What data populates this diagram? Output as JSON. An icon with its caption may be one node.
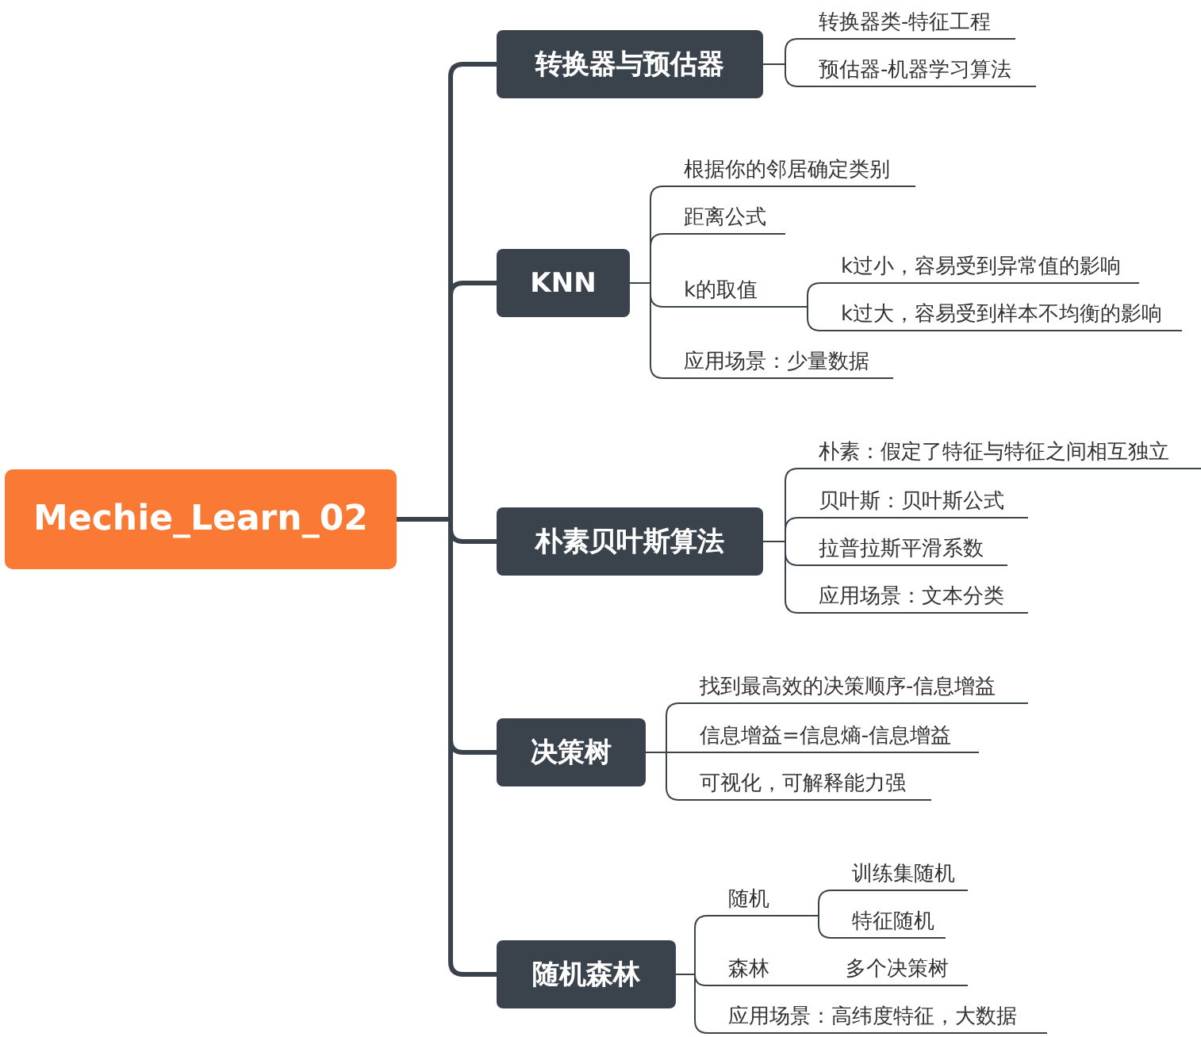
{
  "diagram": {
    "nodes": [
      {
        "text": [
          "Mechie_Learn_02"
        ]
      },
      {
        "text": [
          "转换器与预估器"
        ]
      },
      {
        "text": [
          "转换器类-特征工程"
        ]
      },
      {
        "text": [
          "预估器-机器学习算法"
        ]
      },
      {
        "text": [
          "KNN"
        ]
      },
      {
        "text": [
          "根据你的邻居确定类别"
        ]
      },
      {
        "text": [
          "距离公式"
        ]
      },
      {
        "text": [
          "k的取值"
        ]
      },
      {
        "text": [
          "k过小，容易受到异常值的影响"
        ]
      },
      {
        "text": [
          "k过大，容易受到样本不均衡的影响"
        ]
      },
      {
        "text": [
          "应用场景：少量数据"
        ]
      },
      {
        "text": [
          "朴素贝叶斯算法"
        ]
      },
      {
        "text": [
          "朴素：假定了特征与特征之间相互独立"
        ]
      },
      {
        "text": [
          "贝叶斯：贝叶斯公式"
        ]
      },
      {
        "text": [
          "拉普拉斯平滑系数"
        ]
      },
      {
        "text": [
          "应用场景：文本分类"
        ]
      },
      {
        "text": [
          "决策树"
        ]
      },
      {
        "text": [
          "找到最高效的决策顺序-信息增益"
        ]
      },
      {
        "text": [
          "信息增益=信息熵-信息增益"
        ]
      },
      {
        "text": [
          "可视化，可解释能力强"
        ]
      },
      {
        "text": [
          "随机森林"
        ]
      },
      {
        "text": [
          "随机"
        ]
      },
      {
        "text": [
          "训练集随机"
        ]
      },
      {
        "text": [
          "特征随机"
        ]
      },
      {
        "text": [
          "森林"
        ]
      },
      {
        "text": [
          "多个决策树"
        ]
      },
      {
        "text": [
          "应用场景：高纬度特征，大数据"
        ]
      }
    ],
    "edges": [
      {
        "from": 0,
        "to": 1,
        "arrow": "none",
        "style": "thick"
      },
      {
        "from": 0,
        "to": 4,
        "arrow": "none",
        "style": "thick"
      },
      {
        "from": 0,
        "to": 11,
        "arrow": "none",
        "style": "thick"
      },
      {
        "from": 0,
        "to": 16,
        "arrow": "none",
        "style": "thick"
      },
      {
        "from": 0,
        "to": 20,
        "arrow": "none",
        "style": "thick"
      },
      {
        "from": 1,
        "to": 2,
        "arrow": "none"
      },
      {
        "from": 1,
        "to": 3,
        "arrow": "none"
      },
      {
        "from": 4,
        "to": 5,
        "arrow": "none"
      },
      {
        "from": 4,
        "to": 6,
        "arrow": "none"
      },
      {
        "from": 4,
        "to": 7,
        "arrow": "none"
      },
      {
        "from": 7,
        "to": 8,
        "arrow": "none"
      },
      {
        "from": 7,
        "to": 9,
        "arrow": "none"
      },
      {
        "from": 4,
        "to": 10,
        "arrow": "none"
      },
      {
        "from": 11,
        "to": 12,
        "arrow": "none"
      },
      {
        "from": 11,
        "to": 13,
        "arrow": "none"
      },
      {
        "from": 11,
        "to": 14,
        "arrow": "none"
      },
      {
        "from": 11,
        "to": 15,
        "arrow": "none"
      },
      {
        "from": 16,
        "to": 17,
        "arrow": "none"
      },
      {
        "from": 16,
        "to": 18,
        "arrow": "none"
      },
      {
        "from": 16,
        "to": 19,
        "arrow": "none"
      },
      {
        "from": 20,
        "to": 21,
        "arrow": "none"
      },
      {
        "from": 21,
        "to": 22,
        "arrow": "none"
      },
      {
        "from": 21,
        "to": 23,
        "arrow": "none"
      },
      {
        "from": 20,
        "to": 24,
        "arrow": "none"
      },
      {
        "from": 24,
        "to": 25,
        "arrow": "none"
      },
      {
        "from": 20,
        "to": 26,
        "arrow": "none"
      }
    ]
  }
}
